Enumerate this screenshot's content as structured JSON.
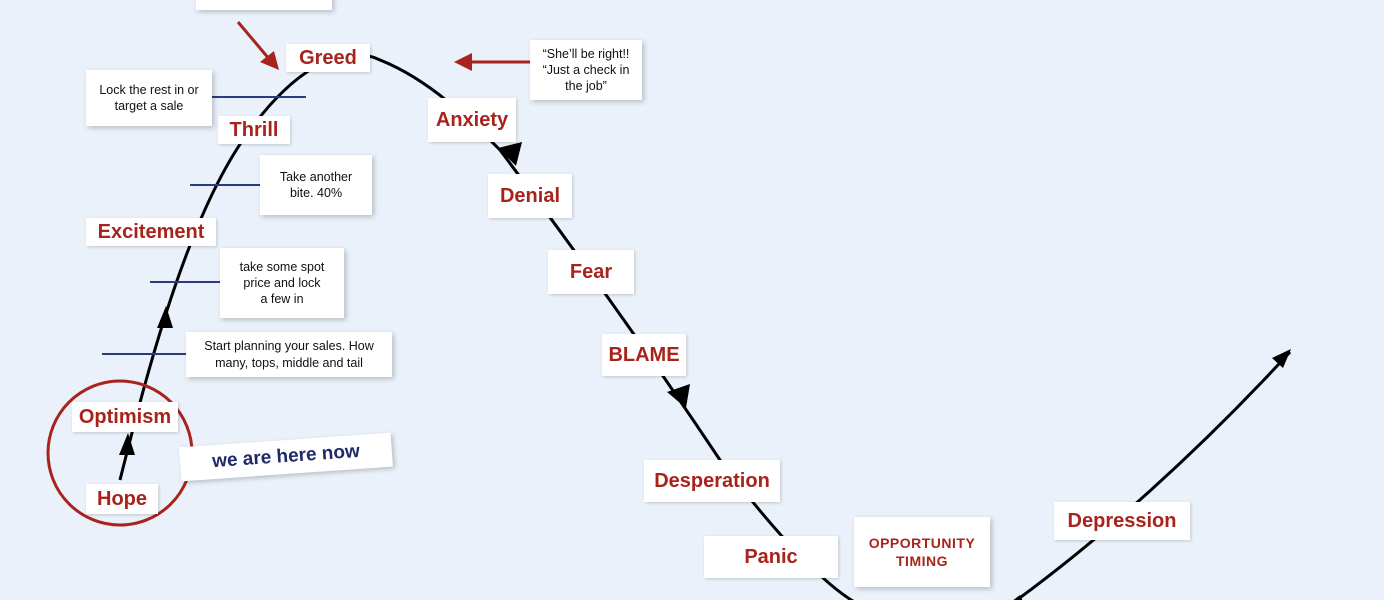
{
  "stages": {
    "greed": "Greed",
    "thrill": "Thrill",
    "excitement": "Excitement",
    "optimism": "Optimism",
    "hope": "Hope",
    "anxiety": "Anxiety",
    "denial": "Denial",
    "fear": "Fear",
    "blame": "BLAME",
    "desperation": "Desperation",
    "panic": "Panic",
    "depression": "Depression"
  },
  "notes": {
    "lock_rest": "Lock the rest in or\ntarget a sale",
    "take_bite": "Take another\nbite. 40%",
    "take_spot": "take some spot\nprice and lock\na few in",
    "start_planning": "Start planning your sales. How\nmany, tops, middle and tail",
    "shell_be_right": "“She’ll be right!!\n“Just a check in\nthe job”"
  },
  "opportunity": "OPPORTUNITY\nTIMING",
  "we_are_here": "we are here now",
  "colors": {
    "background": "#eaf1fb",
    "stage_text": "#a8231c",
    "marker_line": "#2b3a7a",
    "circle": "#a8231c",
    "here_text": "#1f2a6b"
  }
}
